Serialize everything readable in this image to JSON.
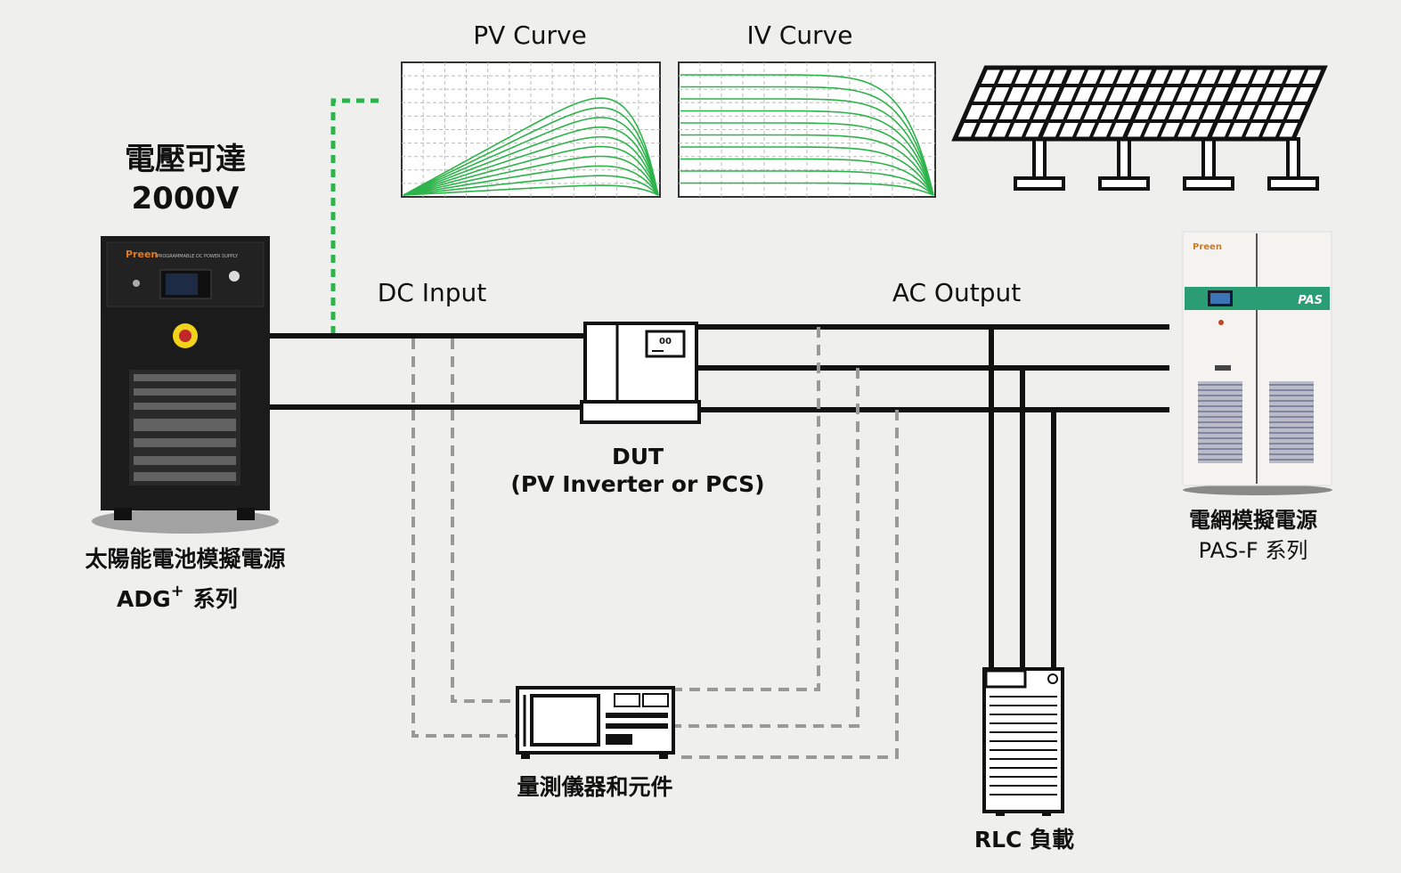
{
  "headline": {
    "line1": "電壓可達",
    "line2": "2000V"
  },
  "charts": {
    "pv_title": "PV Curve",
    "iv_title": "IV Curve",
    "curve_color": "#2db34a",
    "curve_count": 10
  },
  "labels": {
    "dc_input": "DC Input",
    "ac_output": "AC Output",
    "dut_title": "DUT",
    "dut_subtitle": "(PV Inverter or PCS)",
    "measurement": "量測儀器和元件",
    "rlc_load": "RLC 負載"
  },
  "solar_simulator": {
    "name": "太陽能電池模擬電源",
    "series_model": "ADG",
    "series_sup": "+",
    "series_suffix": "系列",
    "brand": "Preen",
    "panel_text": "PROGRAMMABLE DC POWER SUPPLY"
  },
  "grid_simulator": {
    "name": "電網模擬電源",
    "series": "PAS-F 系列",
    "brand": "Preen",
    "badge": "PAS",
    "accent": "#2a9d74"
  },
  "colors": {
    "link_green": "#2db34a",
    "dashed_gray": "#999999",
    "wire": "#111111"
  }
}
